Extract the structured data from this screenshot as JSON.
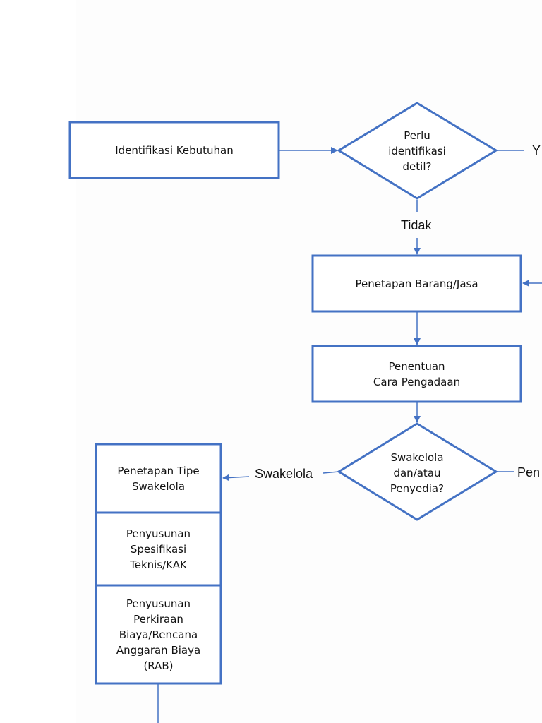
{
  "colors": {
    "stroke": "#4472c4",
    "text": "#111111",
    "background": "#ffffff"
  },
  "nodes": {
    "identifikasi": "Identifikasi Kebutuhan",
    "decision_detil": "Perlu\nidentifikasi\ndetil?",
    "penetapan_barang": "Penetapan Barang/Jasa",
    "penentuan_cara": "Penentuan\nCara Pengadaan",
    "decision_swakelola": "Swakelola\ndan/atau\nPenyedia?",
    "penetapan_tipe": "Penetapan Tipe\nSwakelola",
    "penyusunan_spek": "Penyusunan\nSpesifikasi\nTeknis/KAK",
    "penyusunan_rab": "Penyusunan\nPerkiraan\nBiaya/Rencana\nAnggaran Biaya\n(RAB)"
  },
  "edge_labels": {
    "ya": "Y",
    "tidak": "Tidak",
    "swakelola": "Swakelola",
    "penyedia": "Pen"
  }
}
